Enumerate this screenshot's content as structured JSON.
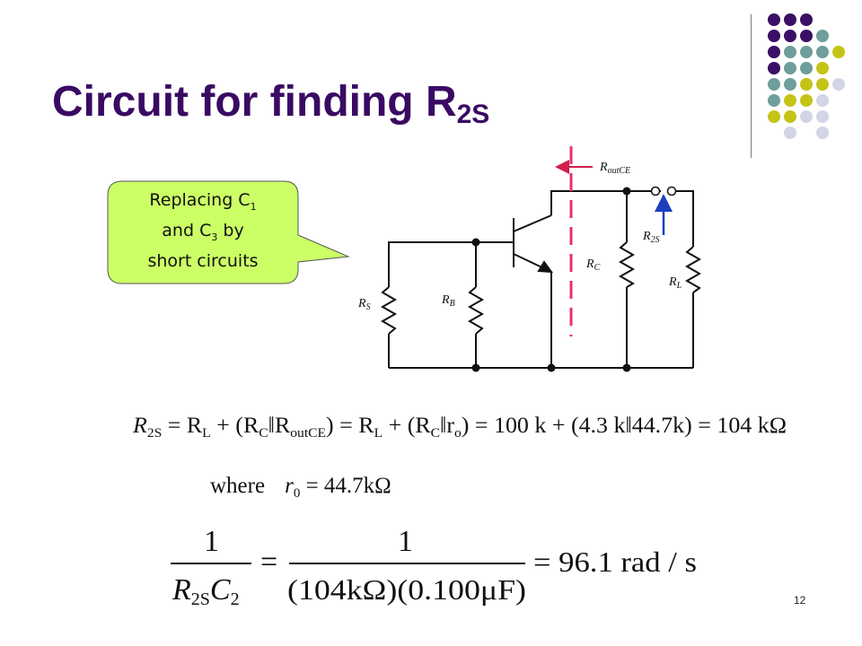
{
  "title": {
    "text": "Circuit for finding R",
    "sub": "2S"
  },
  "callout": {
    "line1": "Replacing C",
    "sub1": "1",
    "line2a": "and C",
    "sub2": "3",
    "line2b": " by",
    "line3": "short circuits"
  },
  "circuit": {
    "label_routce": "R",
    "label_routce_sub": "outCE",
    "label_r2s": "R",
    "label_r2s_sub": "2S",
    "label_rc": "R",
    "label_rc_sub": "C",
    "label_rl": "R",
    "label_rl_sub": "L",
    "label_rs": "R",
    "label_rs_sub": "S",
    "label_rb": "R",
    "label_rb_sub": "B"
  },
  "equations": {
    "eq1": {
      "t1": "R",
      "s1": "2S",
      "t2": " = R",
      "s2": "L",
      "t3": " + (R",
      "s3": "C",
      "t4": "‖R",
      "s4": "outCE",
      "t5": ") = R",
      "s5": "L",
      "t6": " + (R",
      "s6": "C",
      "t7": "‖r",
      "s7": "o",
      "t8": ") = 100 k + (4.3 k‖44.7k) = 104 kΩ"
    },
    "eq2": {
      "word": "where",
      "lhs": "r",
      "sub": "0",
      "rhs": " = 44.7kΩ"
    },
    "eq3": {
      "num1": "1",
      "den1a": "R",
      "den1s": "2S",
      "den1b": "C",
      "den1s2": "2",
      "eq": "=",
      "num2": "1",
      "den2": "(104kΩ)(0.100μF)",
      "result": "= 96.1 rad / s"
    }
  },
  "page_number": "12",
  "colors": {
    "title": "#3a0a63",
    "purple": "#3a0f66",
    "teal": "#6f9e9c",
    "yellow": "#c4c417",
    "lavender": "#d4d4e8",
    "callout_fill": "#ccff66",
    "dashed": "#e8306e",
    "arrow_blue": "#1c3fbf"
  }
}
